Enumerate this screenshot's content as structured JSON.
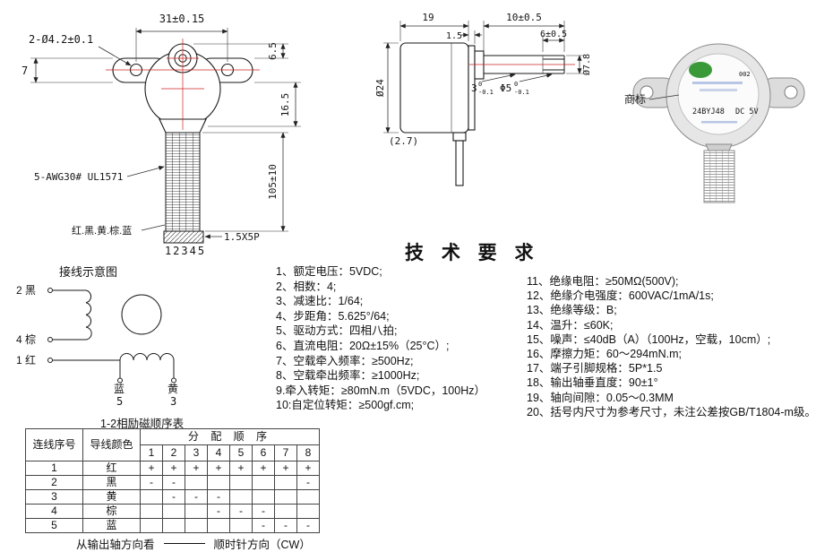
{
  "colors": {
    "centerline_red": "#cc2222",
    "wire_colors_text": "#aa2222",
    "sticker_text_blue": "#22379b",
    "logo_green": "#3a9a3a"
  },
  "front": {
    "dim_width": "31±0.15",
    "dim_holes": "2-Ø4.2±0.1",
    "dim_ear": "7",
    "dim_top_right": "6.5",
    "dim_mid_right": "16.5",
    "dim_wire_length": "105±10",
    "wire_spec": "5-AWG30# UL1571",
    "wire_colors": "红.黑.黄.棕.蓝",
    "pin_numbers": "12345",
    "connector": "1.5X5P"
  },
  "side": {
    "dim_body": "19",
    "dim_plate": "1.5",
    "dim_shaft_len": "10±0.5",
    "dim_flat_len": "6±0.5",
    "dim_body_dia": "Ø24",
    "dim_boss_dia": "Ø7.8",
    "dim_ref": "(2.7)",
    "flat": {
      "n": "3",
      "u": "0",
      "l": "-0.1"
    },
    "shaft_dia": {
      "n": "Φ5",
      "u": "0",
      "l": "-0.1"
    }
  },
  "photo": {
    "callout": "商标",
    "model": "24BYJ48",
    "voltage": "DC 5V",
    "serial": "002"
  },
  "tech": {
    "title": "技 术 要 求",
    "left": [
      "1、额定电压：5VDC;",
      "2、相数：4;",
      "3、减速比：1/64;",
      "4、步距角：5.625°/64;",
      "5、驱动方式：四相八拍;",
      "6、直流电阻：20Ω±15%（25°C）;",
      "7、空载牵入频率：≥500Hz;",
      "8、空载牵出频率：≥1000Hz;",
      "9.牵入转矩：≥80mN.m（5VDC，100Hz）",
      "10:自定位转矩：≥500gf.cm;"
    ],
    "right": [
      "11、绝缘电阻：≥50MΩ(500V);",
      "12、绝缘介电强度：600VAC/1mA/1s;",
      "13、绝缘等级：B;",
      "14、温升：≤60K;",
      "15、噪声：≤40dB（A）（100Hz，空载，10cm）;",
      "16、摩擦力矩：60～294mN.m;",
      "17、端子引脚规格：5P*1.5",
      "18、输出轴垂直度：90±1°",
      "19、轴向间隙：0.05～0.3MM",
      "20、括号内尺寸为参考尺寸，未注公差按GB/T1804-m级。"
    ]
  },
  "wiring": {
    "title": "接线示意图",
    "term_black": "2  黑",
    "term_brown": "4  棕",
    "term_red": "1  红",
    "blue_label": "蓝",
    "blue_num": "5",
    "yellow_label": "黄",
    "yellow_num": "3"
  },
  "seq_table": {
    "title": "1-2相励磁顺序表",
    "col_no": "连线序号",
    "col_color": "导线颜色",
    "col_seq": "分 配 顺 序",
    "steps": [
      "1",
      "2",
      "3",
      "4",
      "5",
      "6",
      "7",
      "8"
    ],
    "rows": [
      {
        "no": "1",
        "color": "红",
        "marks": [
          "+",
          "+",
          "+",
          "+",
          "+",
          "+",
          "+",
          "+"
        ]
      },
      {
        "no": "2",
        "color": "黑",
        "marks": [
          "-",
          "-",
          "",
          "",
          "",
          "",
          "",
          "-"
        ]
      },
      {
        "no": "3",
        "color": "黄",
        "marks": [
          "",
          "-",
          "-",
          "-",
          "",
          "",
          "",
          ""
        ]
      },
      {
        "no": "4",
        "color": "棕",
        "marks": [
          "",
          "",
          "",
          "-",
          "-",
          "-",
          "",
          ""
        ]
      },
      {
        "no": "5",
        "color": "蓝",
        "marks": [
          "",
          "",
          "",
          "",
          "",
          "-",
          "-",
          "-"
        ]
      }
    ],
    "foot_left": "从输出轴方向看",
    "foot_right": "顺时针方向（CW）"
  }
}
